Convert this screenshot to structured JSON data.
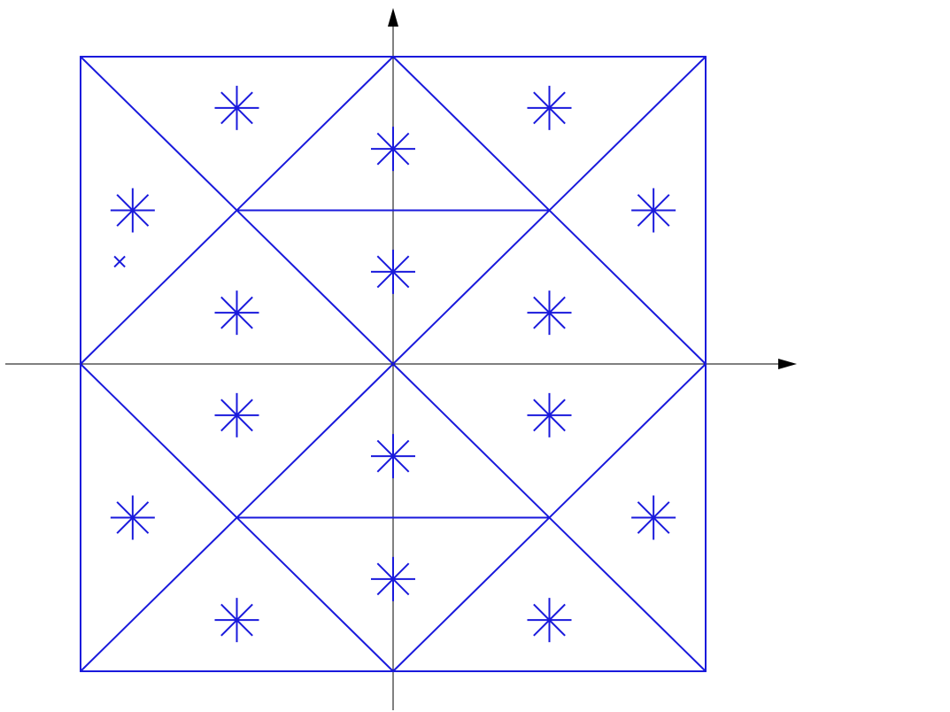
{
  "colors": {
    "axis": "#000000",
    "border": "#3a3a3a",
    "mesh": "#1a1adc",
    "marker": "#1a1adc",
    "background": "#ffffff"
  },
  "icons": {
    "axis_arrow": "arrow-head-icon",
    "centroid_marker": "asterisk-icon",
    "point_marker": "cross-icon"
  },
  "mesh": {
    "square": {
      "x": [
        -1,
        1
      ],
      "y": [
        -1,
        1
      ]
    },
    "edges": [
      [
        [
          -1,
          1
        ],
        [
          0,
          1
        ]
      ],
      [
        [
          0,
          1
        ],
        [
          1,
          1
        ]
      ],
      [
        [
          -1,
          -1
        ],
        [
          0,
          -1
        ]
      ],
      [
        [
          0,
          -1
        ],
        [
          1,
          -1
        ]
      ],
      [
        [
          -1,
          1
        ],
        [
          -1,
          0
        ]
      ],
      [
        [
          -1,
          0
        ],
        [
          -1,
          -1
        ]
      ],
      [
        [
          1,
          1
        ],
        [
          1,
          0
        ]
      ],
      [
        [
          1,
          0
        ],
        [
          1,
          -1
        ]
      ],
      [
        [
          -1,
          1
        ],
        [
          0,
          0
        ]
      ],
      [
        [
          0,
          0
        ],
        [
          1,
          -1
        ]
      ],
      [
        [
          1,
          1
        ],
        [
          0,
          0
        ]
      ],
      [
        [
          0,
          0
        ],
        [
          -1,
          -1
        ]
      ],
      [
        [
          0,
          1
        ],
        [
          1,
          0
        ]
      ],
      [
        [
          1,
          0
        ],
        [
          0,
          -1
        ]
      ],
      [
        [
          0,
          -1
        ],
        [
          -1,
          0
        ]
      ],
      [
        [
          -1,
          0
        ],
        [
          0,
          1
        ]
      ],
      [
        [
          -0.5,
          0.5
        ],
        [
          0.5,
          0.5
        ]
      ],
      [
        [
          -0.5,
          -0.5
        ],
        [
          0.5,
          -0.5
        ]
      ]
    ],
    "centroids": [
      [
        -0.5,
        0.8333
      ],
      [
        0,
        0.7
      ],
      [
        0.5,
        0.8333
      ],
      [
        -0.8333,
        0.5
      ],
      [
        0.8333,
        0.5
      ],
      [
        -0.5,
        0.1667
      ],
      [
        0,
        0.3
      ],
      [
        0.5,
        0.1667
      ],
      [
        -0.5,
        -0.1667
      ],
      [
        0,
        -0.3
      ],
      [
        0.5,
        -0.1667
      ],
      [
        -0.8333,
        -0.5
      ],
      [
        0.8333,
        -0.5
      ],
      [
        -0.5,
        -0.8333
      ],
      [
        0,
        -0.7
      ],
      [
        0.5,
        -0.8333
      ]
    ],
    "cross_point": [
      -0.875,
      0.333
    ]
  }
}
